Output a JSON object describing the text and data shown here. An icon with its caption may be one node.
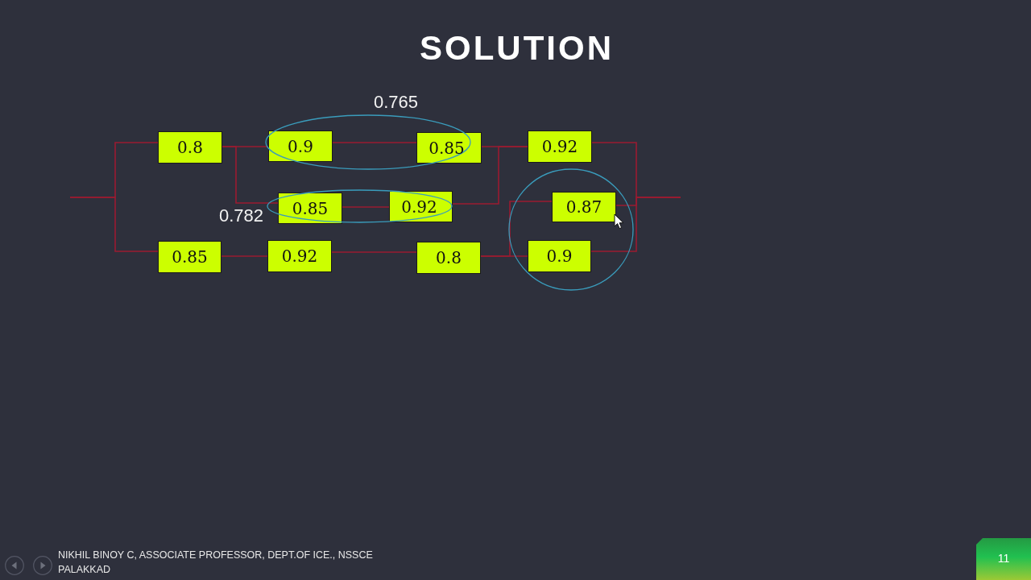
{
  "diagram": {
    "title": "SOLUTION",
    "nodes": [
      {
        "text": [
          "0.8"
        ]
      },
      {
        "text": [
          "0.9"
        ]
      },
      {
        "text": [
          "0.85"
        ]
      },
      {
        "text": [
          "0.92"
        ]
      },
      {
        "text": [
          "0.85"
        ]
      },
      {
        "text": [
          "0.92"
        ]
      },
      {
        "text": [
          "0.87"
        ]
      },
      {
        "text": [
          "0.85"
        ]
      },
      {
        "text": [
          "0.92"
        ]
      },
      {
        "text": [
          "0.8"
        ]
      },
      {
        "text": [
          "0.9"
        ]
      }
    ],
    "edges": [
      {
        "from": null,
        "to": 0,
        "arrow": "none"
      },
      {
        "from": null,
        "to": 7,
        "arrow": "none"
      },
      {
        "from": 0,
        "to": 1,
        "arrow": "none"
      },
      {
        "from": 0,
        "to": 4,
        "arrow": "none"
      },
      {
        "from": 1,
        "to": 2,
        "arrow": "none"
      },
      {
        "from": 4,
        "to": 5,
        "arrow": "none"
      },
      {
        "from": 2,
        "to": 3,
        "arrow": "none"
      },
      {
        "from": 5,
        "to": 3,
        "arrow": "none"
      },
      {
        "from": 7,
        "to": 8,
        "arrow": "none"
      },
      {
        "from": 8,
        "to": 9,
        "arrow": "none"
      },
      {
        "from": 9,
        "to": 6,
        "arrow": "none"
      },
      {
        "from": 9,
        "to": 10,
        "arrow": "none"
      },
      {
        "from": 3,
        "to": null,
        "arrow": "none"
      },
      {
        "from": 6,
        "to": null,
        "arrow": "none"
      },
      {
        "from": 10,
        "to": null,
        "arrow": "none"
      }
    ],
    "labels": [
      "0.765",
      "0.782",
      "NIKHIL BINOY C, ASSOCIATE PROFESSOR, DEPT.OF ICE., NSSCE PALAKKAD",
      "11"
    ]
  }
}
